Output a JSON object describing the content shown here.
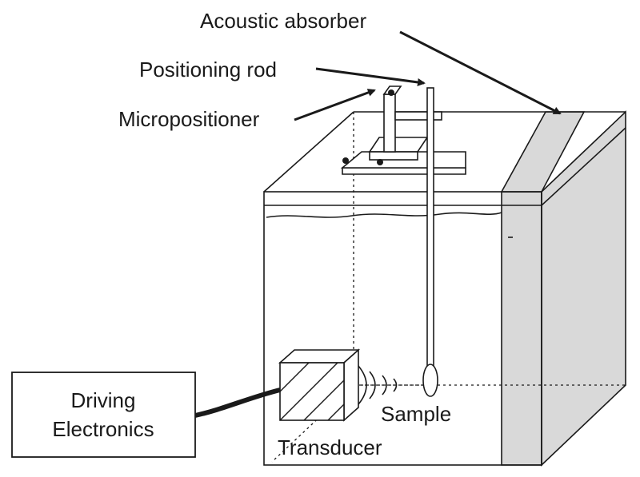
{
  "labels": {
    "acoustic_absorber": "Acoustic absorber",
    "positioning_rod": "Positioning rod",
    "micropositioner": "Micropositioner",
    "sample": "Sample",
    "transducer": "Transducer",
    "driving_electronics_line1": "Driving",
    "driving_electronics_line2": "Electronics"
  },
  "colors": {
    "line": "#1a1a1a",
    "absorber_fill": "#d9d9d9",
    "background": "#ffffff"
  }
}
